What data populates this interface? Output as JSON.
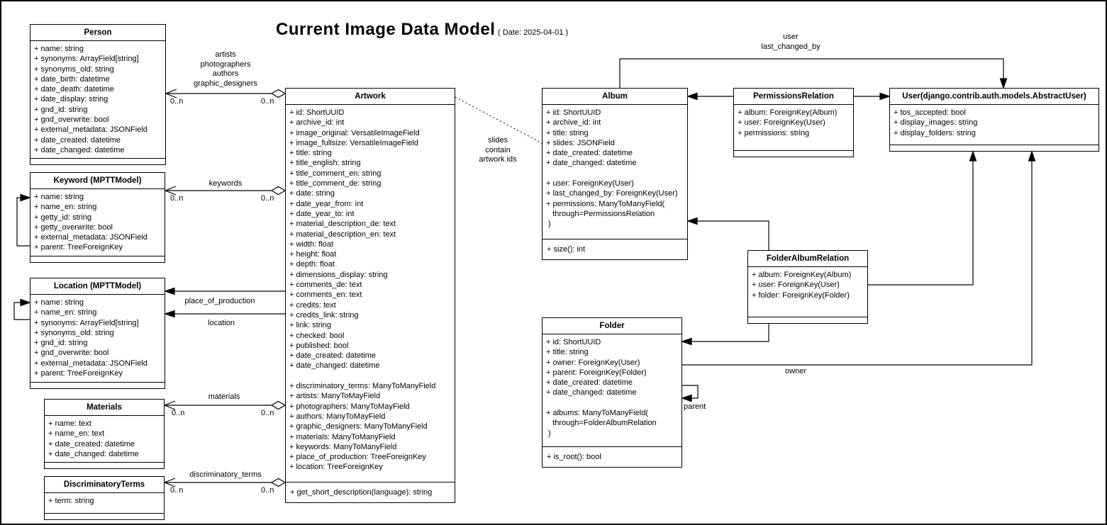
{
  "page": {
    "title": "Current Image Data Model",
    "date_note": "( Date: 2025-04-01 )"
  },
  "colors": {
    "stroke": "#000000",
    "background": "#ffffff"
  },
  "classes": {
    "person": {
      "title": "Person",
      "attributes": [
        "+ name: string",
        "+ synonyms: ArrayField[string]",
        "+ synonyms_old: string",
        "+ date_birth: datetime",
        "+ date_death: datetime",
        "+ date_display: string",
        "+ gnd_id: string",
        "+ gnd_overwrite: bool",
        "+ external_metadata: JSONField",
        "+ date_created: datetime",
        "+ date_changed: datetime"
      ],
      "methods": []
    },
    "keyword": {
      "title": "Keyword (MPTTModel)",
      "attributes": [
        "+ name: string",
        "+ name_en: string",
        "+ getty_id: string",
        "+ getty_overwrite: bool",
        "+ external_metadata: JSONField",
        "+ parent: TreeForeignKey"
      ],
      "methods": []
    },
    "location": {
      "title": "Location (MPTTModel)",
      "attributes": [
        "+ name: string",
        "+ name_en: string",
        "+ synonyms: ArrayField[string]",
        "+ synonyms_old: string",
        "+ gnd_id: string",
        "+ gnd_overwrite: bool",
        "+ external_metadata: JSONField",
        "+ parent: TreeForeignKey"
      ],
      "methods": []
    },
    "materials": {
      "title": "Materials",
      "attributes": [
        "+ name: text",
        "+ name_en: text",
        "+ date_created: datetime",
        "+ date_changed: datetime"
      ],
      "methods": []
    },
    "discriminatory_terms": {
      "title": "DiscriminatoryTerms",
      "attributes": [
        "+ term: string"
      ],
      "methods": []
    },
    "artwork": {
      "title": "Artwork",
      "attributes": [
        "+ id: ShortUUID",
        "+ archive_id: int",
        "+ image_original: VersatileImageField",
        "+ image_fullsize: VersatileImageField",
        "+ title: string",
        "+ title_english: string",
        "+ title_comment_en: string",
        "+ title_comment_de: string",
        "+ date: string",
        "+ date_year_from: int",
        "+ date_year_to: int",
        "+ material_description_de: text",
        "+ material_description_en: text",
        "+ width: float",
        "+ height: float",
        "+ depth: float",
        "+ dimensions_display: string",
        "+ comments_de: text",
        "+ comments_en: text",
        "+ credits: text",
        "+ credits_link: string",
        "+ link: string",
        "+ checked: bool",
        "+ published: bool",
        "+ date_created: datetime",
        "+ date_changed: datetime",
        "",
        "+ discriminatory_terms: ManyToManyField",
        "+ artists: ManyToMayField",
        "+ photographers: ManyToMayField",
        "+ authors: ManyToMayField",
        "+ graphic_designers: ManyToManyField",
        "+ materials: ManyToManyField",
        "+ keywords: ManyToManyField",
        "+ place_of_production: TreeForeignKey",
        "+ location: TreeForeignKey"
      ],
      "methods": [
        "+ get_short_description(language): string"
      ]
    },
    "album": {
      "title": "Album",
      "attributes": [
        "+ id: ShortUUID",
        "+ archive_id: int",
        "+ title: string",
        "+ slides: JSONField",
        "+ date_created: datetime",
        "+ date_changed: datetime",
        "",
        "+ user: ForeignKey(User)",
        "+ last_changed_by: ForeignKey(User)",
        "+ permissions: ManyToManyField(",
        "   through=PermissionsRelation",
        " )"
      ],
      "methods": [
        "+ size(): int"
      ]
    },
    "permissions_relation": {
      "title": "PermissionsRelation",
      "attributes": [
        "+ album: ForeignKey(Album)",
        "+ user: ForeignKey(User)",
        "+ permissions: string"
      ],
      "methods": []
    },
    "user": {
      "title": "User(django.contrib.auth.models.AbstractUser)",
      "attributes": [
        "+ tos_accepted: bool",
        "+ display_images: string",
        "+ display_folders: string"
      ],
      "methods": []
    },
    "folder_album_relation": {
      "title": "FolderAlbumRelation",
      "attributes": [
        "+ album: ForeignKey(Album)",
        "+ user: ForeignKey(User)",
        "+ folder: ForeignKey(Folder)"
      ],
      "methods": []
    },
    "folder": {
      "title": "Folder",
      "attributes": [
        "+ id: ShortUUID",
        "+ title: string",
        "+ owner: ForeignKey(User)",
        "+ parent: ForeignKey(Folder)",
        "+ date_created: datetime",
        "+ date_changed: datetime",
        "",
        "+ albums: ManyToManyField(",
        "   through=FolderAlbumRelation",
        " )"
      ],
      "methods": [
        "+ is_root(): bool"
      ]
    }
  },
  "relations": {
    "person_artwork": {
      "labels": [
        "artists",
        "photographers",
        "authors",
        "graphic_designers"
      ],
      "left_mult": "0..n",
      "right_mult": "0..n"
    },
    "keyword_artwork": {
      "label": "keywords",
      "left_mult": "0..n",
      "right_mult": "0..n"
    },
    "artwork_place_of_production": {
      "label": "place_of_production"
    },
    "artwork_location": {
      "label": "location"
    },
    "materials_artwork": {
      "label": "materials",
      "left_mult": "0..n",
      "right_mult": "0..n"
    },
    "terms_artwork": {
      "label": "discriminatory_terms",
      "left_mult": "0..n",
      "right_mult": "0..n"
    },
    "artwork_album_note": {
      "labels": [
        "slides",
        "contain",
        "artwork ids"
      ]
    },
    "album_user": {
      "labels": [
        "user",
        "last_changed_by"
      ]
    },
    "folder_owner": {
      "label": "owner"
    },
    "folder_parent": {
      "label": "parent"
    }
  }
}
